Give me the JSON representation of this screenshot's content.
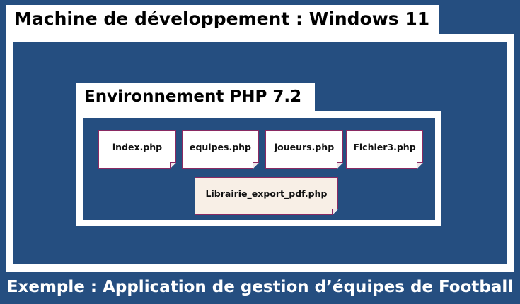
{
  "machine": {
    "title": "Machine de développement : Windows 11"
  },
  "environment": {
    "title": "Environnement PHP 7.2"
  },
  "files": [
    {
      "label": "index.php"
    },
    {
      "label": "equipes.php"
    },
    {
      "label": "joueurs.php"
    },
    {
      "label": "Fichier3.php"
    },
    {
      "label": "Librairie_export_pdf.php"
    }
  ],
  "caption": "Exemple : Application de gestion d’équipes de Football",
  "colors": {
    "background": "#254e80",
    "frame": "#ffffff",
    "file_border": "#8a2a62",
    "library_fill": "#f8efe6"
  }
}
